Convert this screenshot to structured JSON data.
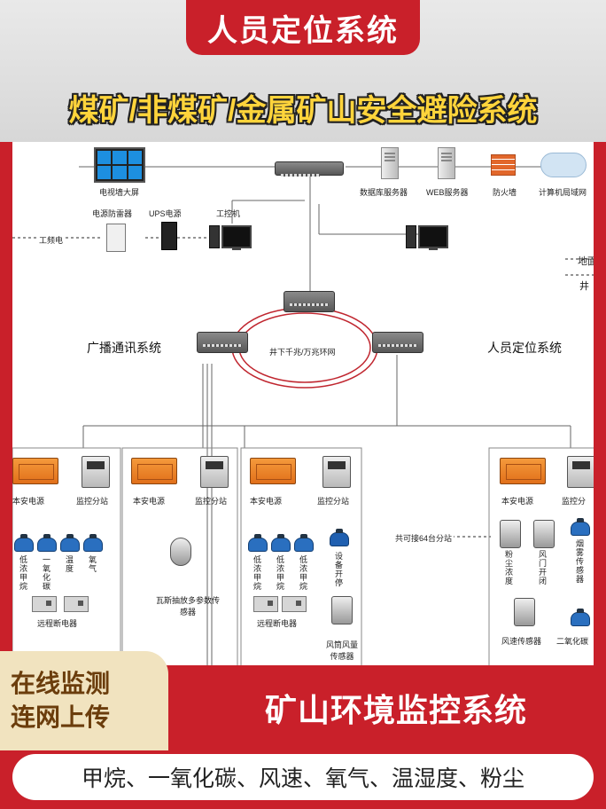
{
  "header": {
    "title": "人员定位系统",
    "subtitle": "煤矿/非煤矿/金属矿山安全避险系统"
  },
  "diagram": {
    "top_devices": {
      "video_wall": "电视墙大屏",
      "db_server": "数据库服务器",
      "web_server": "WEB服务器",
      "firewall": "防火墙",
      "lan": "计算机局域网",
      "spd": "电源防雷器",
      "ups": "UPS电源",
      "ipc": "工控机",
      "power": "工频电",
      "edge_a": "地面",
      "edge_b": "井"
    },
    "ring": {
      "label": "井下千兆/万兆环网",
      "left_system": "广播通讯系统",
      "right_system": "人员定位系统"
    },
    "sub_a": {
      "power": "本安电源",
      "station": "监控分站",
      "s1": "低浓甲烷",
      "s2": "一氧化碳",
      "s3": "温度",
      "s4": "氧气",
      "breaker": "远程断电器"
    },
    "sub_b": {
      "power": "本安电源",
      "station": "监控分站",
      "gas": "瓦斯抽放多参数传感器"
    },
    "sub_c": {
      "power": "本安电源",
      "station": "监控分站",
      "s1": "低浓甲烷",
      "s2": "低浓甲烷",
      "s3": "低浓甲烷",
      "equip": "设备开停",
      "breaker": "远程断电器",
      "duct": "风筒风量传感器"
    },
    "connect_note": "共可接64台分站",
    "sub_d": {
      "power": "本安电源",
      "station": "监控分",
      "dust": "粉尘浓度",
      "door": "风门开闭",
      "smoke": "烟雾传感器",
      "wind": "风速传感器",
      "co2": "二氧化碳"
    }
  },
  "bottom": {
    "left_line1": "在线监测",
    "left_line2": "连网上传",
    "title": "矿山环境监控系统",
    "footer": "甲烷、一氧化碳、风速、氧气、温湿度、粉尘"
  }
}
